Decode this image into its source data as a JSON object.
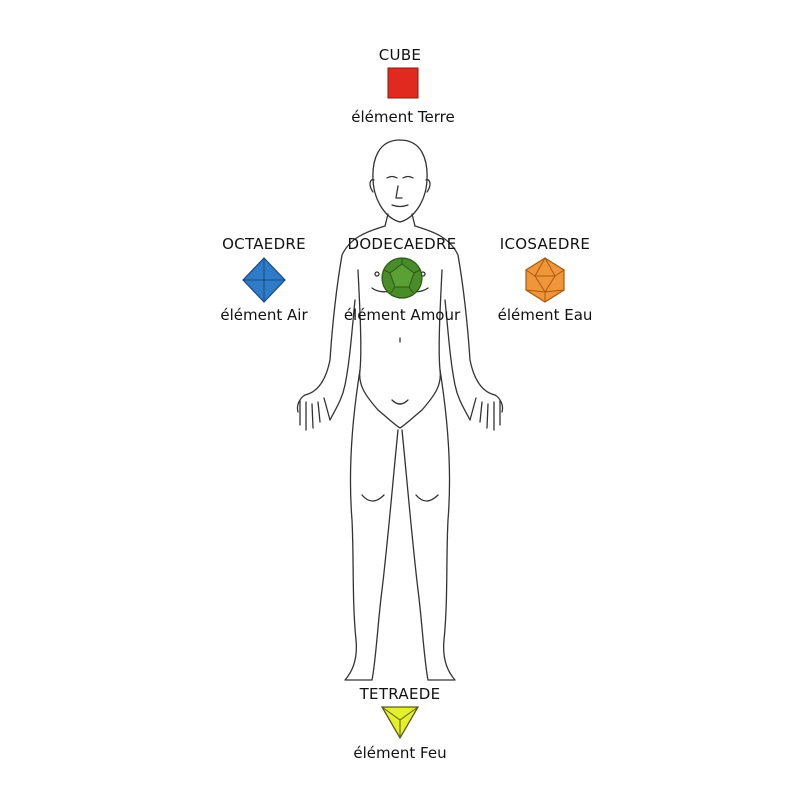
{
  "solids": [
    {
      "id": "cube",
      "name": "CUBE",
      "element": "élément Terre",
      "color": "#e02a1f",
      "icon": "cube-icon"
    },
    {
      "id": "octahedron",
      "name": "OCTAEDRE",
      "element": "élément Air",
      "color": "#2e7cc8",
      "icon": "octahedron-icon"
    },
    {
      "id": "dodecahedron",
      "name": "DODECAEDRE",
      "element": "élément Amour",
      "color": "#4a8c2a",
      "icon": "dodecahedron-icon"
    },
    {
      "id": "icosahedron",
      "name": "ICOSAEDRE",
      "element": "élément Eau",
      "color": "#f0963a",
      "icon": "icosahedron-icon"
    },
    {
      "id": "tetrahedron",
      "name": "TETRAEDE",
      "element": "élément Feu",
      "color": "#e3f02a",
      "icon": "tetrahedron-icon"
    }
  ]
}
